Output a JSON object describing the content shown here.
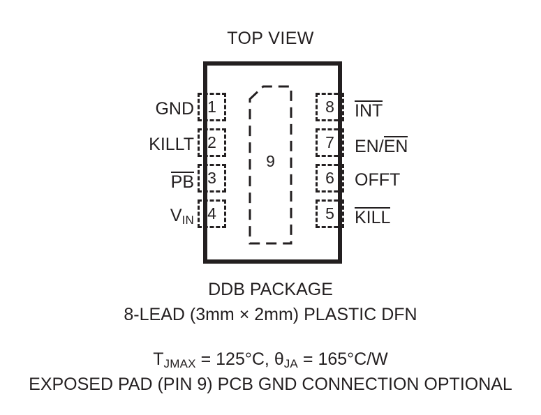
{
  "diagram": {
    "title": "TOP VIEW",
    "exposed_pad": {
      "number": "9",
      "shape": "chamfered-rectangle-dashed"
    },
    "pins": {
      "left": [
        {
          "number": "1",
          "label": "GND",
          "overline": false
        },
        {
          "number": "2",
          "label": "KILLT",
          "overline": false
        },
        {
          "number": "3",
          "label": "PB",
          "overline": true
        },
        {
          "number": "4",
          "label": "VIN",
          "overline": false,
          "base": "V",
          "subscript": "IN"
        }
      ],
      "right": [
        {
          "number": "8",
          "label": "INT",
          "overline": true
        },
        {
          "number": "7",
          "label": "EN/EN",
          "overline": "partial",
          "plain": "EN/",
          "barred": "EN"
        },
        {
          "number": "6",
          "label": "OFFT",
          "overline": false
        },
        {
          "number": "5",
          "label": "KILL",
          "overline": true
        }
      ]
    }
  },
  "caption": {
    "package_name": "DDB PACKAGE",
    "lead_spec": "8-LEAD (3mm × 2mm) PLASTIC DFN",
    "thermal": {
      "tj_symbol": "T",
      "tj_subscript": "JMAX",
      "tj_value": " = 125°C, ",
      "theta_symbol": "θ",
      "theta_subscript": "JA",
      "theta_value": " = 165°C/W"
    },
    "pad_note": "EXPOSED PAD (PIN 9) PCB GND CONNECTION OPTIONAL"
  },
  "colors": {
    "ink": "#231f20",
    "background": "#ffffff"
  }
}
